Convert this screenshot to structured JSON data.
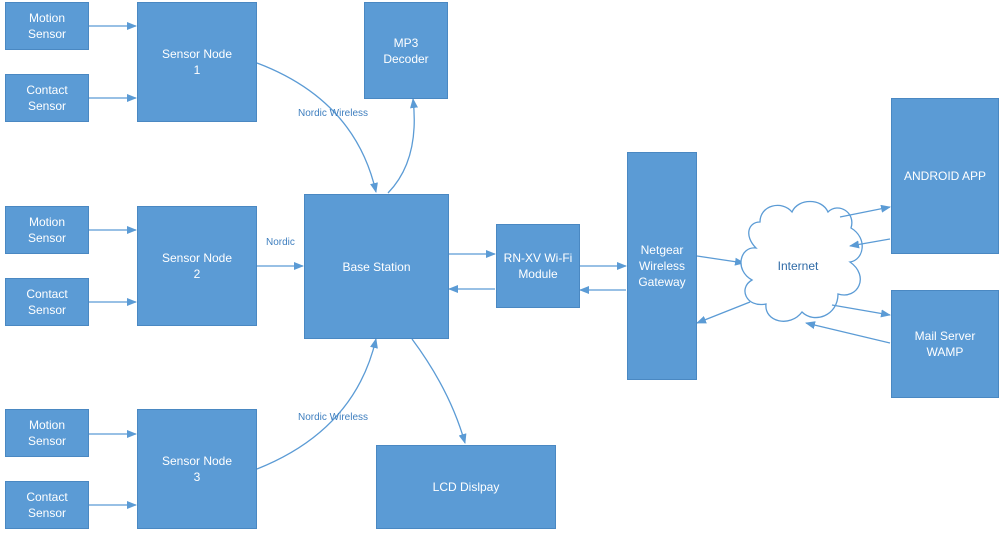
{
  "colors": {
    "box_fill": "#5b9bd5",
    "connector": "#5b9bd5",
    "box_text": "#ffffff",
    "label_text": "#3f7fbf"
  },
  "sensor_group_1": {
    "motion": "Motion\nSensor",
    "contact": "Contact\nSensor",
    "node": "Sensor Node\n1"
  },
  "sensor_group_2": {
    "motion": "Motion\nSensor",
    "contact": "Contact\nSensor",
    "node": "Sensor Node\n2"
  },
  "sensor_group_3": {
    "motion": "Motion\nSensor",
    "contact": "Contact\nSensor",
    "node": "Sensor  Node\n3"
  },
  "mp3_decoder": "MP3\nDecoder",
  "base_station": "Base Station",
  "lcd_display": "LCD Dislpay",
  "wifi_module": "RN-XV Wi-Fi\nModule",
  "gateway": "Netgear\nWireless\nGateway",
  "internet": "Internet",
  "android_app": "ANDROID APP",
  "mail_server": "Mail Server\nWAMP",
  "link_labels": {
    "top": "Nordic Wireless",
    "middle": "Nordic",
    "bottom": "Nordic Wireless"
  }
}
